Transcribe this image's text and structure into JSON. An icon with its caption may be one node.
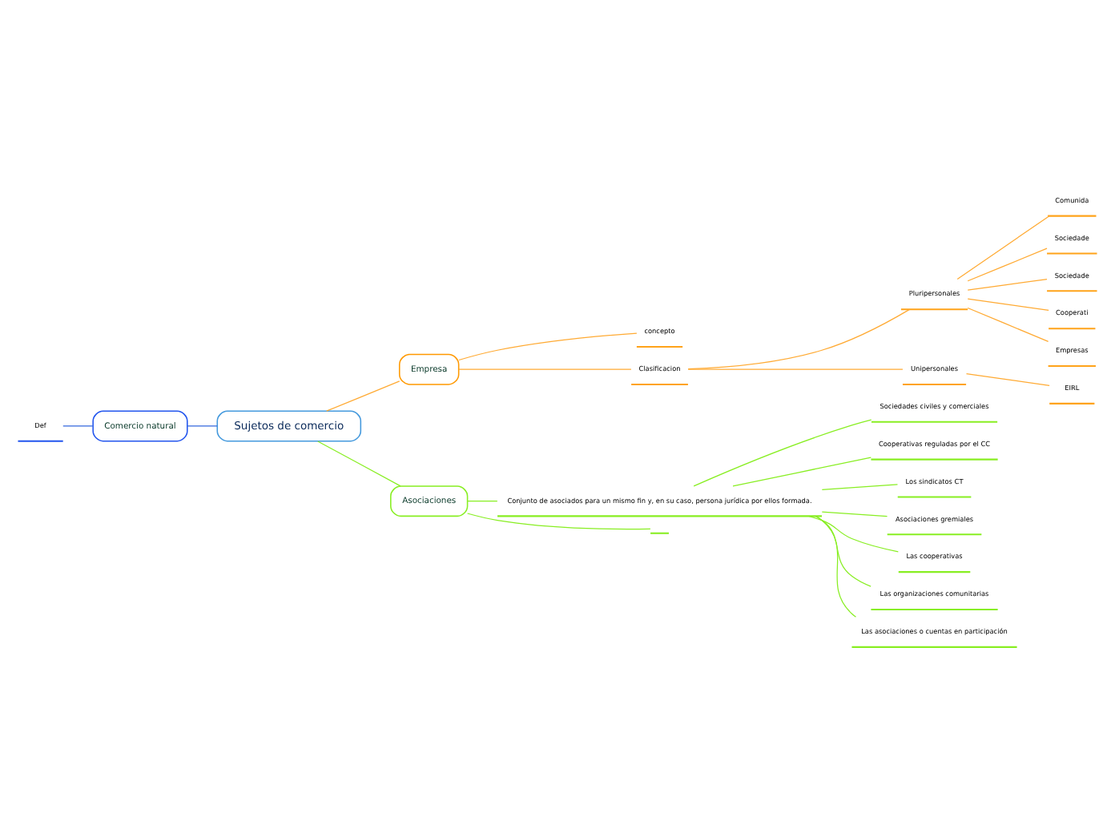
{
  "diagram": {
    "nodes": [
      {
        "text": [
          "Sujetos de comercio"
        ]
      },
      {
        "text": [
          "Comercio natural"
        ]
      },
      {
        "text": [
          "Def"
        ]
      },
      {
        "text": [
          "Empresa"
        ]
      },
      {
        "text": [
          "concepto"
        ]
      },
      {
        "text": [
          "Clasificacion"
        ]
      },
      {
        "text": [
          "Pluripersonales"
        ]
      },
      {
        "text": [
          "Comunida"
        ]
      },
      {
        "text": [
          "Sociedade"
        ]
      },
      {
        "text": [
          "Sociedade"
        ]
      },
      {
        "text": [
          "Cooperati"
        ]
      },
      {
        "text": [
          "Empresas"
        ]
      },
      {
        "text": [
          "Unipersonales"
        ]
      },
      {
        "text": [
          "EIRL"
        ]
      },
      {
        "text": [
          "Asociaciones"
        ]
      },
      {
        "text": [
          "Conjunto de asociados para un mismo fin y, en su caso, persona jurídica por ellos formada."
        ]
      },
      {
        "text": [
          "Sociedades civiles y comerciales"
        ]
      },
      {
        "text": [
          "Cooperativas reguladas por el CC"
        ]
      },
      {
        "text": [
          "Los sindicatos CT"
        ]
      },
      {
        "text": [
          "Asociaciones gremiales"
        ]
      },
      {
        "text": [
          "Las cooperativas"
        ]
      },
      {
        "text": [
          "Las organizaciones comunitarias"
        ]
      },
      {
        "text": [
          "Las asociaciones o cuentas en participación"
        ]
      },
      {
        "text": [],
        "shape": "bar"
      }
    ],
    "edges": [
      {
        "from": 0,
        "to": 1,
        "arrow": "none",
        "color": "#3366dd"
      },
      {
        "from": 1,
        "to": 2,
        "arrow": "none",
        "color": "#3366dd"
      },
      {
        "from": 0,
        "to": 3,
        "arrow": "none"
      },
      {
        "from": 3,
        "to": 4,
        "arrow": "none"
      },
      {
        "from": 3,
        "to": 5,
        "arrow": "none"
      },
      {
        "from": 5,
        "to": 6,
        "arrow": "none"
      },
      {
        "from": 6,
        "to": 7,
        "arrow": "none"
      },
      {
        "from": 6,
        "to": 8,
        "arrow": "none"
      },
      {
        "from": 6,
        "to": 9,
        "arrow": "none"
      },
      {
        "from": 6,
        "to": 10,
        "arrow": "none"
      },
      {
        "from": 6,
        "to": 11,
        "arrow": "none"
      },
      {
        "from": 5,
        "to": 12,
        "arrow": "none"
      },
      {
        "from": 12,
        "to": 13,
        "arrow": "none"
      },
      {
        "from": 0,
        "to": 14,
        "arrow": "none",
        "color": "#88ee22"
      },
      {
        "from": 14,
        "to": 15,
        "arrow": "none",
        "color": "#88ee22"
      },
      {
        "from": 15,
        "to": 16,
        "arrow": "none",
        "color": "#88ee22"
      },
      {
        "from": 15,
        "to": 17,
        "arrow": "none",
        "color": "#88ee22"
      },
      {
        "from": 15,
        "to": 18,
        "arrow": "none",
        "color": "#88ee22"
      },
      {
        "from": 15,
        "to": 19,
        "arrow": "none",
        "color": "#88ee22"
      },
      {
        "from": 15,
        "to": 20,
        "arrow": "none",
        "color": "#88ee22"
      },
      {
        "from": 15,
        "to": 21,
        "arrow": "none",
        "color": "#88ee22"
      },
      {
        "from": 15,
        "to": 22,
        "arrow": "none",
        "color": "#88ee22"
      },
      {
        "from": 14,
        "to": 23,
        "arrow": "none",
        "color": "#88ee22"
      }
    ]
  }
}
